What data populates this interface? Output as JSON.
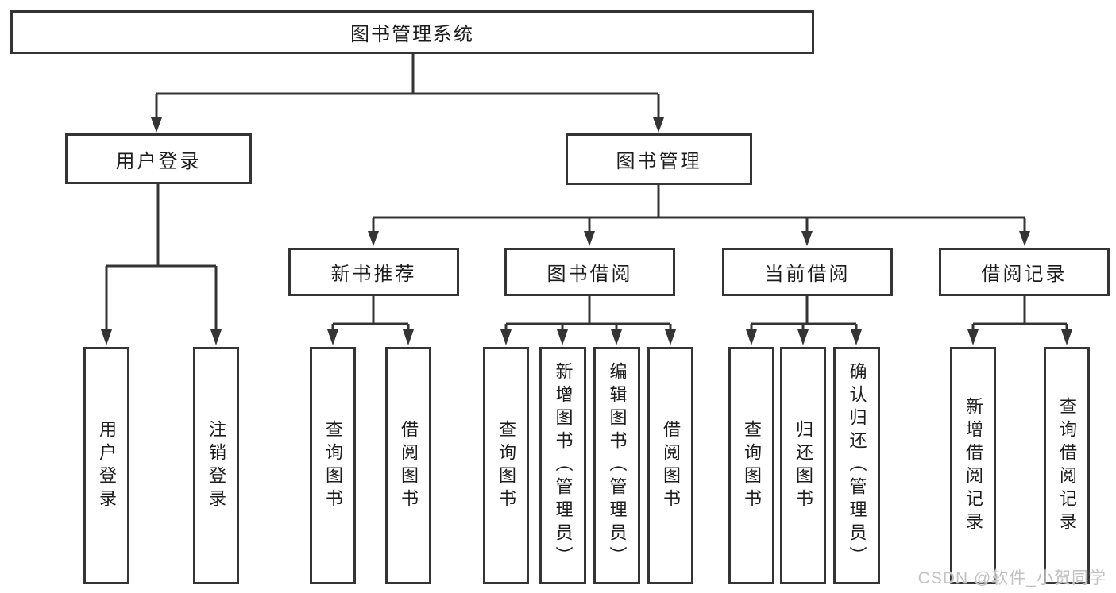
{
  "diagram": {
    "root": {
      "label": "图书管理系统"
    },
    "branches": {
      "user_login": {
        "label": "用户登录",
        "children": [
          "用户登录",
          "注销登录"
        ]
      },
      "book_management": {
        "label": "图书管理",
        "sections": [
          {
            "label": "新书推荐",
            "children": [
              "查询图书",
              "借阅图书"
            ]
          },
          {
            "label": "图书借阅",
            "children": [
              "查询图书",
              "新增图书（管理员）",
              "编辑图书（管理员）",
              "借阅图书"
            ]
          },
          {
            "label": "当前借阅",
            "children": [
              "查询图书",
              "归还图书",
              "确认归还（管理员）"
            ]
          },
          {
            "label": "借阅记录",
            "children": [
              "新增借阅记录",
              "查询借阅记录"
            ]
          }
        ]
      }
    }
  },
  "watermark": {
    "text": "CSDN @软件_小贺同学"
  },
  "colors": {
    "line": "#343434",
    "text": "#1c1c1c",
    "watermark": "#c2c2c2",
    "background": "#ffffff"
  }
}
